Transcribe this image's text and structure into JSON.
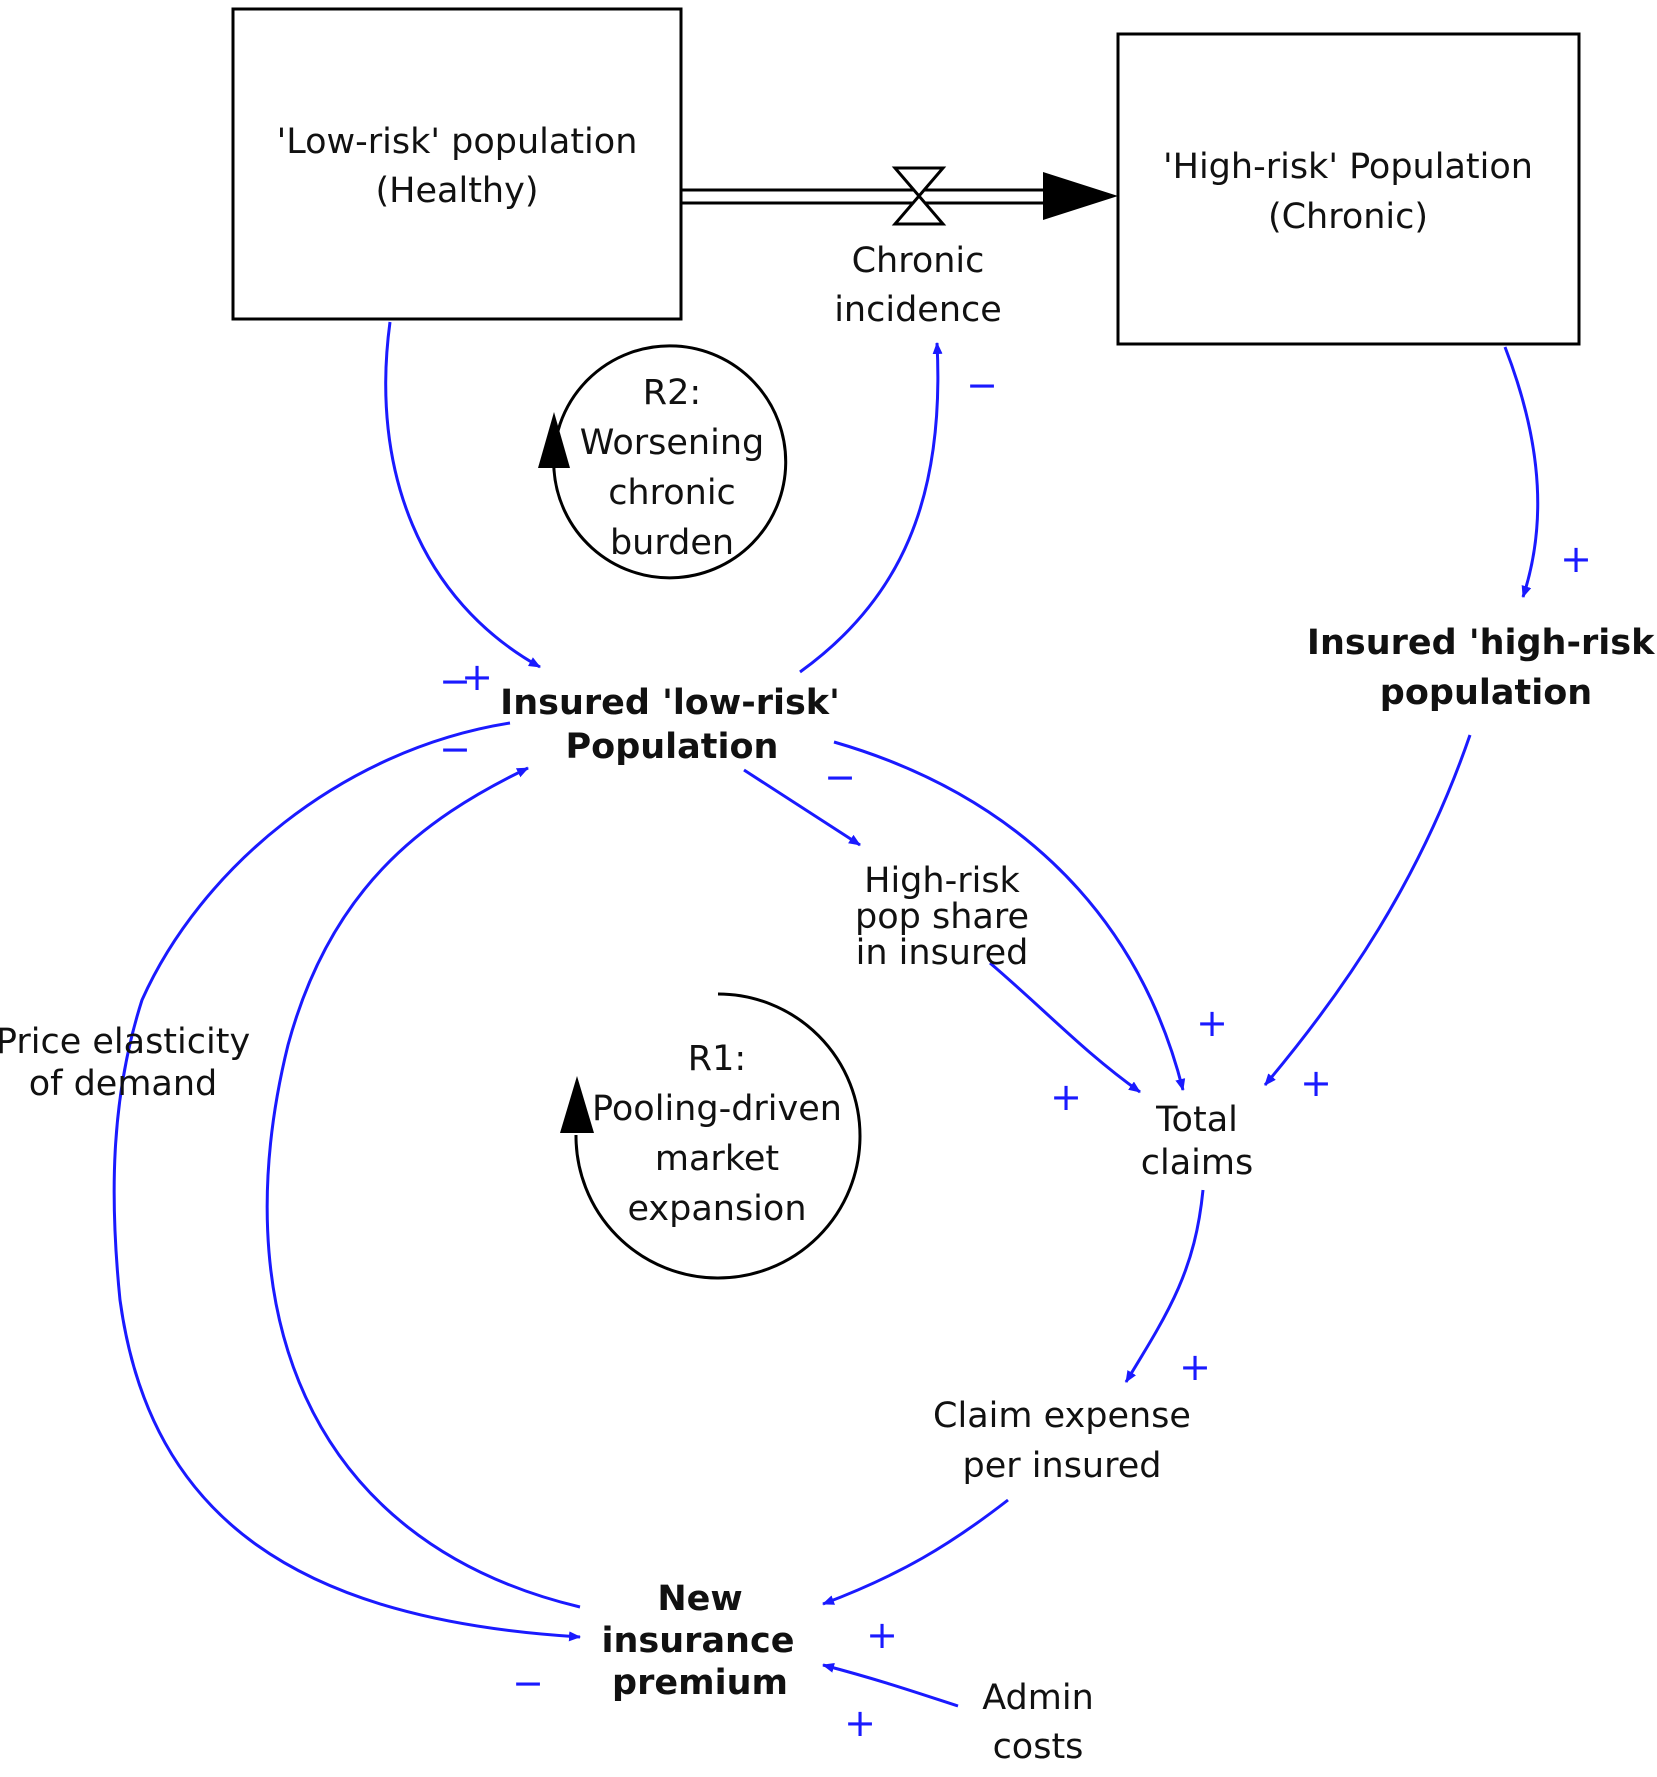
{
  "colors": {
    "link": "#1a1aff",
    "ink": "#111111",
    "stock_border": "#000000"
  },
  "stocks": {
    "low_risk": [
      "'Low-risk' population",
      "(Healthy)"
    ],
    "high_risk": [
      "'High-risk' Population",
      "(Chronic)"
    ]
  },
  "flow": {
    "label": [
      "Chronic",
      "incidence"
    ]
  },
  "variables": {
    "insured_low_risk": [
      "Insured 'low-risk'",
      "Population"
    ],
    "insured_high_risk": [
      "Insured 'high-risk'",
      "population"
    ],
    "high_risk_share": [
      "High-risk",
      "pop share",
      "in insured"
    ],
    "total_claims": [
      "Total",
      "claims"
    ],
    "claim_expense": [
      "Claim expense",
      "per insured"
    ],
    "new_premium": [
      "New",
      "insurance",
      "premium"
    ],
    "admin_costs": [
      "Admin",
      "costs"
    ],
    "price_elasticity": [
      "Price elasticity",
      "of demand"
    ]
  },
  "loops": {
    "r2": [
      "R2:",
      "Worsening",
      "chronic",
      "burden"
    ],
    "r1": [
      "R1:",
      "Pooling-driven",
      "market",
      "expansion"
    ]
  },
  "polarity": {
    "plus": "+",
    "minus": "−"
  }
}
